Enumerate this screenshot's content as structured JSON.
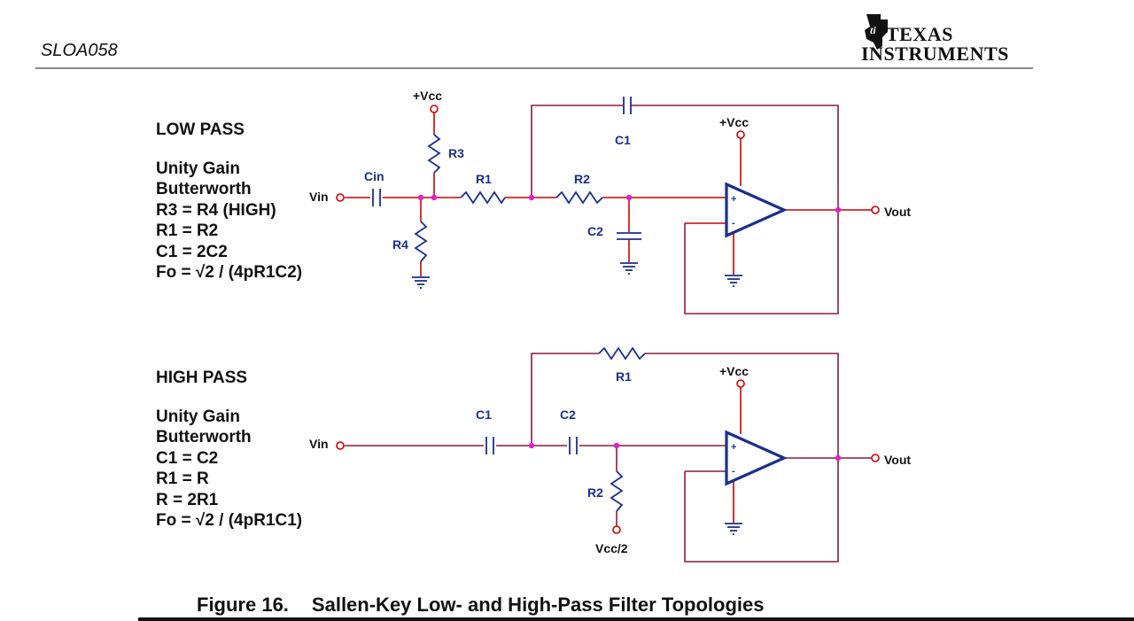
{
  "header": {
    "doc_id": "SLOA058",
    "logo": {
      "line1": "TEXAS",
      "line2": "INSTRUMENTS",
      "icon": "ti-logo-icon"
    }
  },
  "low_pass": {
    "heading": "LOW PASS",
    "notes": [
      "Unity Gain",
      "Butterworth",
      "R3 = R4 (HIGH)",
      "R1 = R2",
      "C1 = 2C2",
      "Fo = √2 / (4pR1C2)"
    ],
    "labels": {
      "vin": "Vin",
      "cin": "Cin",
      "r3": "R3",
      "r4": "R4",
      "r1": "R1",
      "r2": "R2",
      "c1": "C1",
      "c2": "C2",
      "vcc_bias": "+Vcc",
      "vcc_opamp": "+Vcc",
      "vout": "Vout",
      "plus": "+",
      "minus": "-"
    }
  },
  "high_pass": {
    "heading": "HIGH PASS",
    "notes": [
      "Unity Gain",
      "Butterworth",
      "C1 = C2",
      "R1 = R",
      "R = 2R1",
      "Fo = √2 / (4pR1C1)"
    ],
    "labels": {
      "vin": "Vin",
      "c1": "C1",
      "c2": "C2",
      "r1": "R1",
      "r2": "R2",
      "vcc_half": "Vcc/2",
      "vcc_opamp": "+Vcc",
      "vout": "Vout",
      "plus": "+",
      "minus": "-"
    }
  },
  "caption": {
    "number": "Figure 16.",
    "title": "Sallen-Key Low- and High-Pass Filter Topologies"
  },
  "colors": {
    "wire": "#cc0000",
    "feedback_wire": "#8b1a3a",
    "component": "#1a2f8c",
    "junction": "#e020c8",
    "label": "#1a2f8c",
    "text": "#111111"
  }
}
